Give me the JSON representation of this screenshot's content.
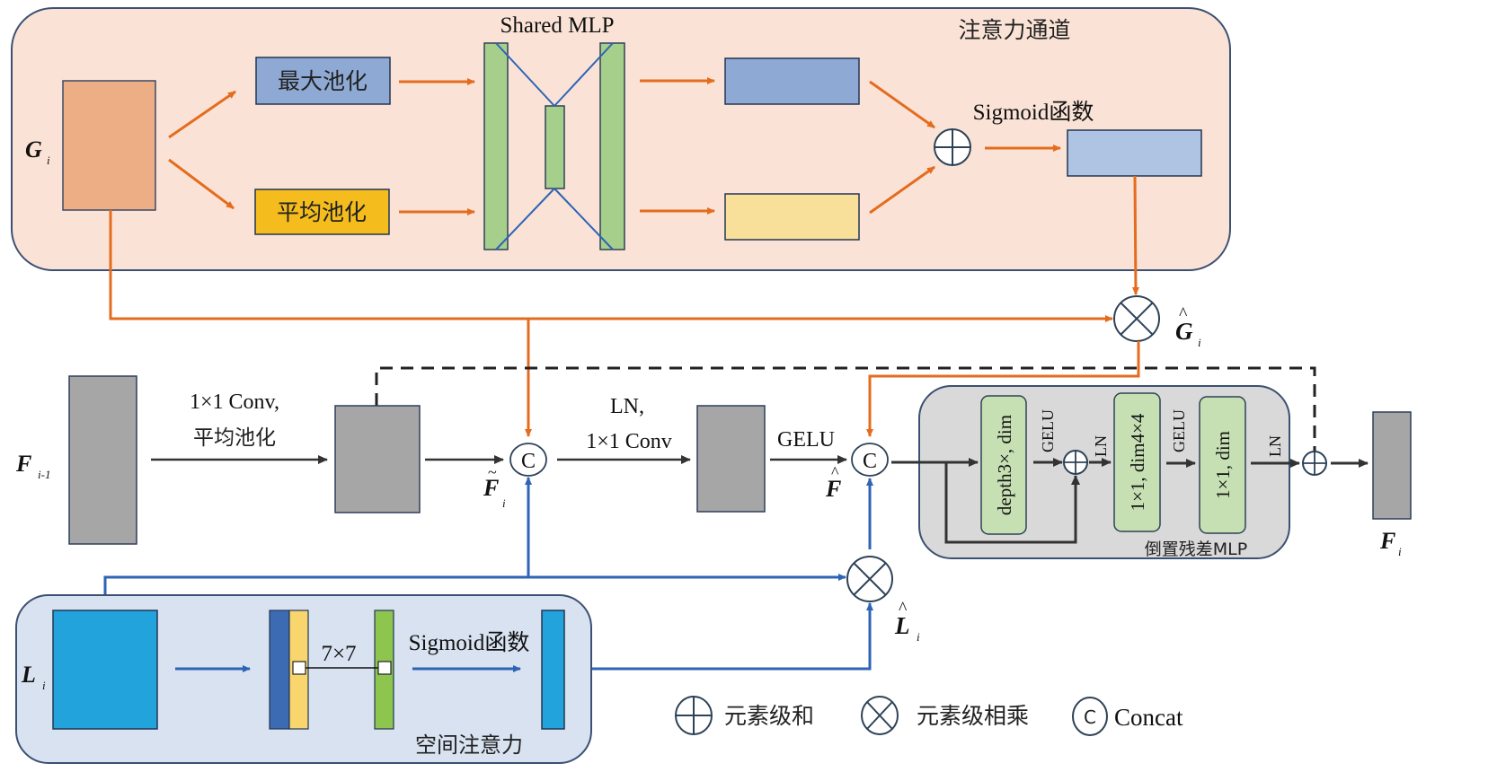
{
  "channel_attention": {
    "title": "注意力通道",
    "input_label": "G",
    "input_sub": "i",
    "max_pool": "最大池化",
    "avg_pool": "平均池化",
    "shared_mlp": "Shared MLP",
    "sigmoid": "Sigmoid函数",
    "output_label": "G",
    "output_sub": "i"
  },
  "main_path": {
    "prev_label": "F",
    "prev_sub": "i-1",
    "conv_pool_line1": "1×1 Conv,",
    "conv_pool_line2": "平均池化",
    "f_tilde_label": "F",
    "f_tilde_sub": "i",
    "concat_symbol": "C",
    "ln_conv_line1": "LN,",
    "ln_conv_line2": "1×1 Conv",
    "gelu": "GELU",
    "f_hat_label": "F",
    "out_label": "F",
    "out_sub": "i"
  },
  "inverted_mlp": {
    "title": "倒置残差MLP",
    "box1": "depth3×, dim",
    "box2": "1×1, dim4×4",
    "box3": "1×1, dim",
    "gelu1": "GELU",
    "ln1": "LN",
    "gelu2": "GELU",
    "ln2": "LN"
  },
  "spatial_attention": {
    "title": "空间注意力",
    "input_label": "L",
    "input_sub": "i",
    "kernel": "7×7",
    "sigmoid": "Sigmoid函数",
    "output_label": "L",
    "output_sub": "i"
  },
  "legend": {
    "add": "元素级和",
    "multiply": "元素级相乘",
    "concat_symbol": "C",
    "concat": "Concat"
  },
  "colors": {
    "orange": "#E46C1F",
    "blue": "#2E63B5",
    "dark": "#333333",
    "panel_peach": "#FAE3D6",
    "panel_blue": "#D9E2F1",
    "panel_gray": "#D9D9D9",
    "green": "#A7CF8C",
    "light_green": "#C6E0B4"
  }
}
